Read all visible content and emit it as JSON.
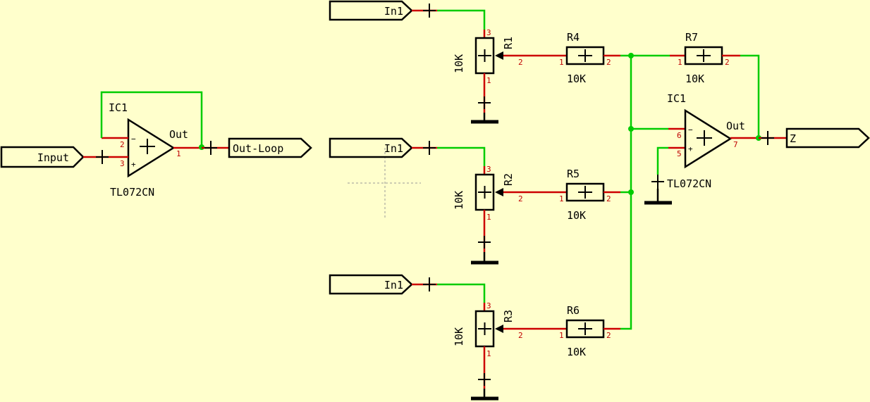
{
  "colors": {
    "background": "#ffffcc",
    "wire": "#00cc00",
    "pin": "#cc0000",
    "body": "#000000"
  },
  "ports": {
    "input": "Input",
    "out_loop": "Out-Loop",
    "in1_a": "In1",
    "in1_b": "In1",
    "in1_c": "In1",
    "z": "Z"
  },
  "opamp_left": {
    "name": "IC1",
    "value": "TL072CN",
    "out": "Out",
    "pin_inv": "2",
    "pin_noninv": "3",
    "pin_out": "1",
    "minus": "−",
    "plus": "+"
  },
  "opamp_right": {
    "name": "IC1",
    "value": "TL072CN",
    "out": "Out",
    "pin_inv": "6",
    "pin_noninv": "5",
    "pin_out": "7",
    "minus": "−",
    "plus": "+"
  },
  "pots": [
    {
      "name": "R1",
      "value": "10K",
      "pin_top": "3",
      "pin_bottom": "1",
      "pin_wiper": "2"
    },
    {
      "name": "R2",
      "value": "10K",
      "pin_top": "3",
      "pin_bottom": "1",
      "pin_wiper": "2"
    },
    {
      "name": "R3",
      "value": "10K",
      "pin_top": "3",
      "pin_bottom": "1",
      "pin_wiper": "2"
    }
  ],
  "resistors": [
    {
      "name": "R4",
      "value": "10K",
      "pin_left": "1",
      "pin_right": "2"
    },
    {
      "name": "R5",
      "value": "10K",
      "pin_left": "1",
      "pin_right": "2"
    },
    {
      "name": "R6",
      "value": "10K",
      "pin_left": "1",
      "pin_right": "2"
    },
    {
      "name": "R7",
      "value": "10K",
      "pin_left": "1",
      "pin_right": "2"
    }
  ]
}
